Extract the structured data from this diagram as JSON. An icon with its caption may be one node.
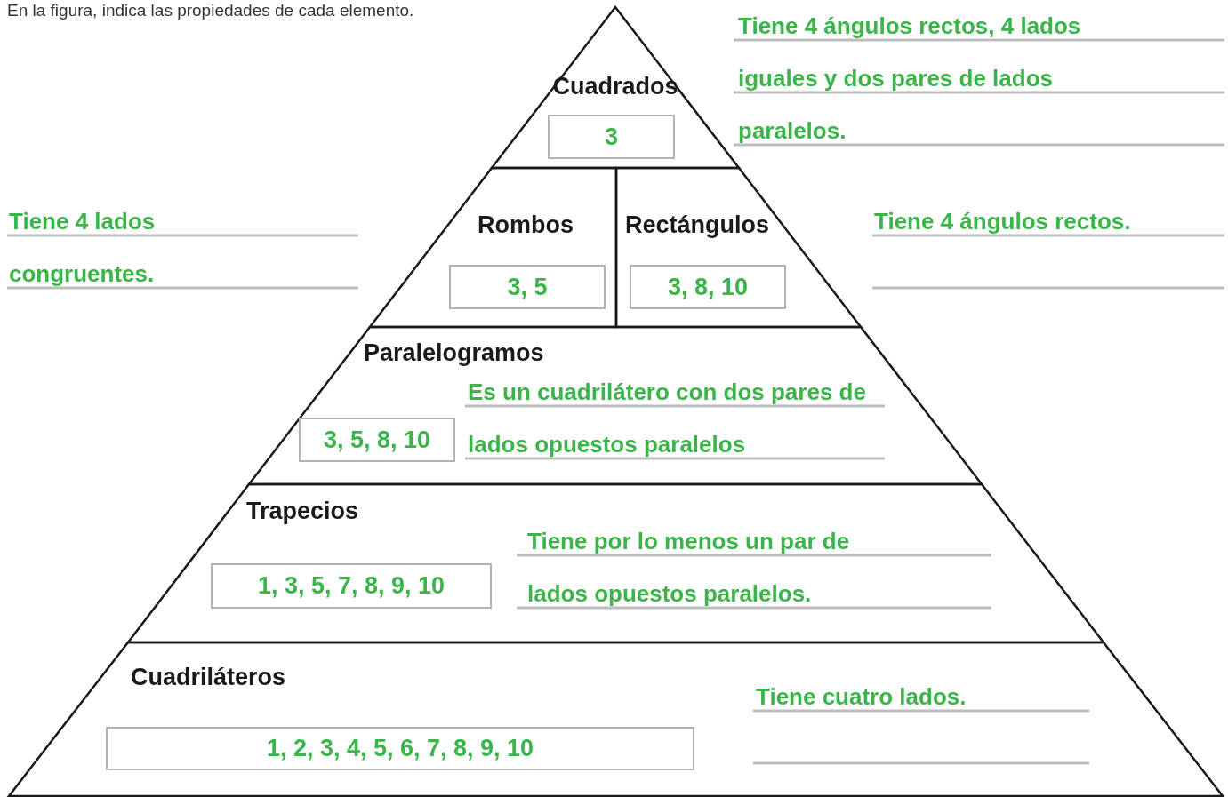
{
  "diagram": {
    "nodes": [
      {
        "text": [
          "Cuadrados"
        ]
      },
      {
        "text": [
          "3"
        ],
        "in": 0
      },
      {
        "text": [
          "Rombos"
        ]
      },
      {
        "text": [
          "3, 5"
        ],
        "in": 2
      },
      {
        "text": [
          "Rectángulos"
        ]
      },
      {
        "text": [
          "3, 8, 10"
        ],
        "in": 4
      },
      {
        "text": [
          "Paralelogramos"
        ]
      },
      {
        "text": [
          "3, 5, 8, 10"
        ],
        "in": 6
      },
      {
        "text": [
          "Trapecios"
        ]
      },
      {
        "text": [
          "1, 3, 5, 7, 8, 9, 10"
        ],
        "in": 8
      },
      {
        "text": [
          "Cuadriláteros"
        ]
      },
      {
        "text": [
          "1, 2, 3, 4, 5, 6, 7, 8, 9, 10"
        ],
        "in": 10
      }
    ],
    "edges": [],
    "labels": [
      "En la figura, indica las propiedades de cada elemento.",
      "Tiene 4 ángulos rectos, 4 lados iguales y dos pares de lados paralelos.",
      "Tiene 4 lados congruentes.",
      "Tiene 4 ángulos rectos.",
      "Es un cuadrilátero con dos pares de lados opuestos paralelos",
      "Tiene por lo menos un par de lados opuestos paralelos.",
      "Tiene cuatro lados."
    ]
  }
}
